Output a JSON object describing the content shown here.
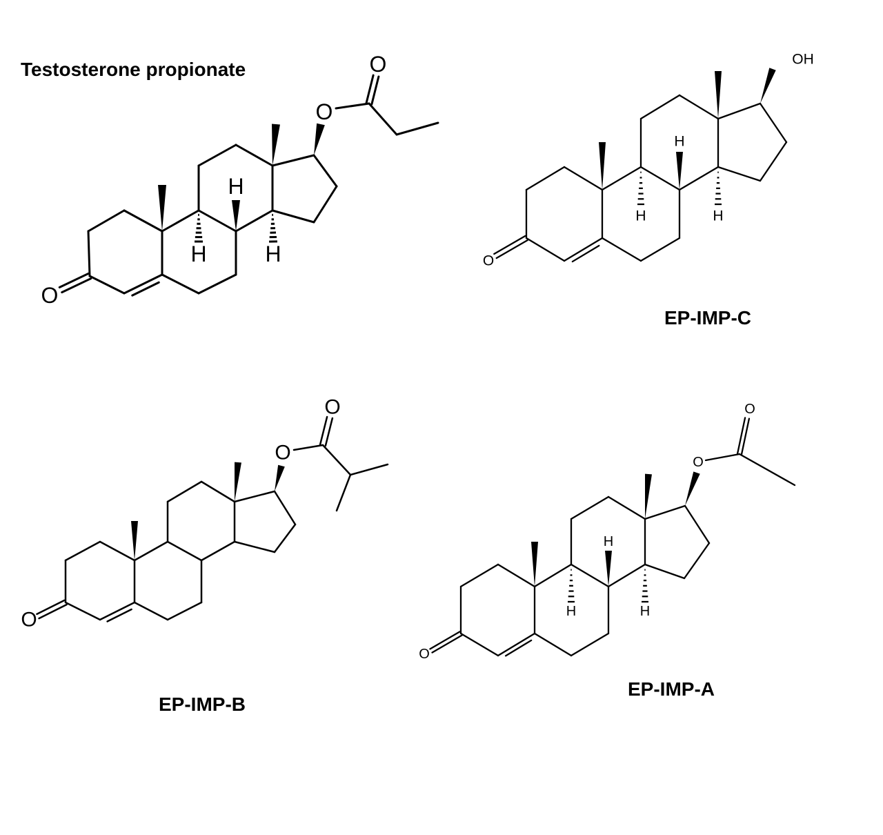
{
  "molecules": [
    {
      "name": "Testosterone propionate",
      "labels": {
        "O3": "O",
        "O17": "O",
        "Oc": "O",
        "H9": "H",
        "H8": "H",
        "H14": "H"
      }
    },
    {
      "name": "EP-IMP-C",
      "labels": {
        "O3": "O",
        "OH": "OH",
        "H9": "H",
        "H8": "H",
        "H14": "H"
      }
    },
    {
      "name": "EP-IMP-B",
      "labels": {
        "O3": "O",
        "O17": "O",
        "Oc": "O"
      }
    },
    {
      "name": "EP-IMP-A",
      "labels": {
        "O3": "O",
        "O17": "O",
        "Oc": "O",
        "H9": "H",
        "H8": "H",
        "H14": "H"
      }
    }
  ]
}
